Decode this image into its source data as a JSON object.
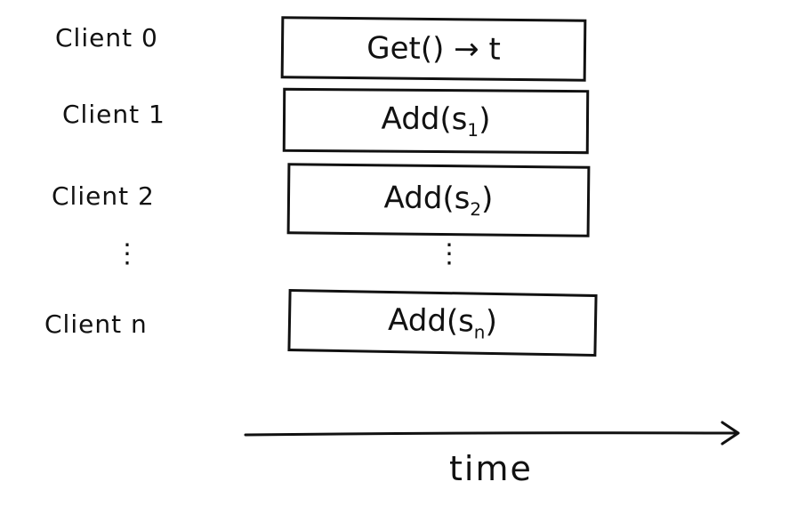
{
  "clients": [
    {
      "label": "Client 0",
      "op": "Get() → t",
      "op_base": "Get() → t",
      "op_sub": ""
    },
    {
      "label": "Client 1",
      "op_base": "Add(s",
      "op_sub": "1",
      "op_close": ")"
    },
    {
      "label": "Client 2",
      "op_base": "Add(s",
      "op_sub": "2",
      "op_close": ")"
    },
    {
      "label": "Client n",
      "op_base": "Add(s",
      "op_sub": "n",
      "op_close": ")"
    }
  ],
  "ellipsis": {
    "label_column": "⋮",
    "box_column": "⋮"
  },
  "axis": {
    "label": "time"
  }
}
